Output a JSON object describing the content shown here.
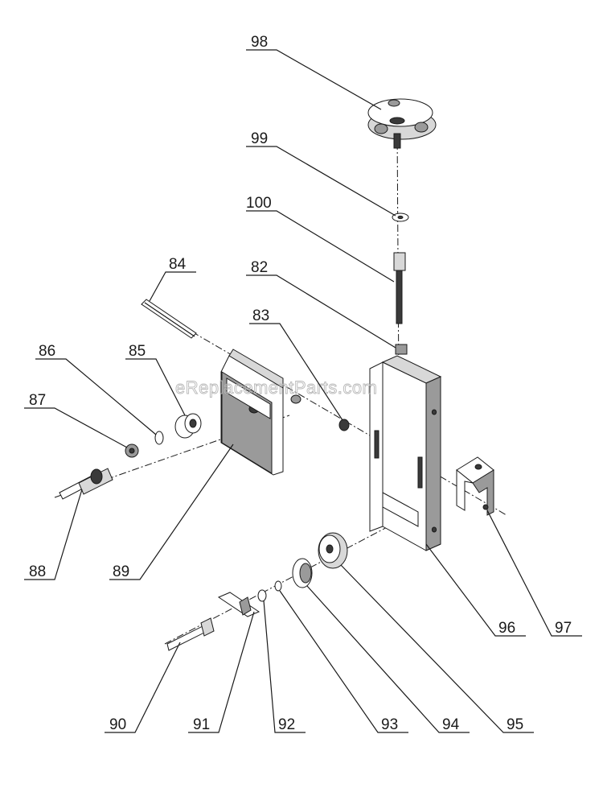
{
  "watermark": "eReplacementParts.com",
  "callouts": [
    "98",
    "99",
    "100",
    "84",
    "82",
    "83",
    "86",
    "85",
    "87",
    "88",
    "89",
    "96",
    "97",
    "90",
    "91",
    "92",
    "93",
    "94",
    "95"
  ]
}
